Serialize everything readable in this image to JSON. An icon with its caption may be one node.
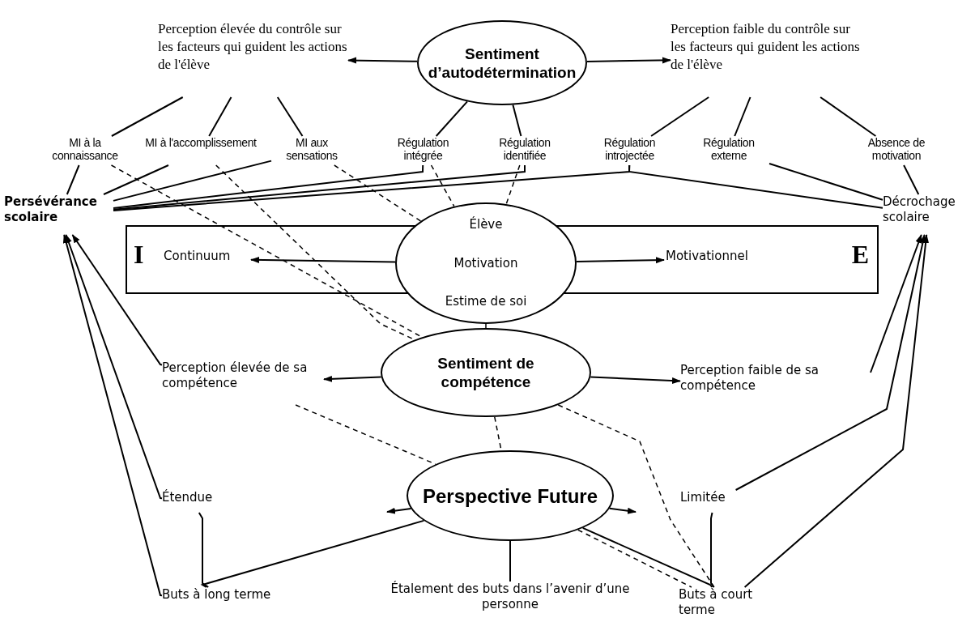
{
  "diagram": {
    "nodes": [
      {
        "text": [
          "Sentiment d’autodétermination"
        ]
      },
      {
        "text": [
          "Perception élevée du contrôle sur les facteurs qui guident les actions de l'élève"
        ]
      },
      {
        "text": [
          "Perception faible du contrôle sur les facteurs qui guident les actions de l'élève"
        ]
      },
      {
        "text": [
          "MI à la connaissance"
        ]
      },
      {
        "text": [
          "MI à l'accomplissement"
        ]
      },
      {
        "text": [
          "MI aux sensations"
        ]
      },
      {
        "text": [
          "Régulation intégrée"
        ]
      },
      {
        "text": [
          "Régulation identifiée"
        ]
      },
      {
        "text": [
          "Régulation introjectée"
        ]
      },
      {
        "text": [
          "Régulation externe"
        ]
      },
      {
        "text": [
          "Absence de motivation"
        ]
      },
      {
        "text": [
          "Persévérance scolaire"
        ]
      },
      {
        "text": [
          "I",
          "E"
        ]
      },
      {
        "text": [
          "Continuum"
        ],
        "in": 12
      },
      {
        "text": [
          "Élève",
          "Motivation",
          "Estime de soi"
        ]
      },
      {
        "text": [
          "Motivationnel"
        ],
        "in": 12
      },
      {
        "text": [
          "Décrochage scolaire"
        ]
      },
      {
        "text": [
          "Sentiment de compétence"
        ]
      },
      {
        "text": [
          "Perception élevée de sa compétence"
        ]
      },
      {
        "text": [
          "Perception faible de sa compétence"
        ]
      },
      {
        "text": [
          "Étendue"
        ]
      },
      {
        "text": [
          "Perspective Future"
        ]
      },
      {
        "text": [
          "Limitée"
        ]
      },
      {
        "text": [
          "Buts à long terme"
        ]
      },
      {
        "text": [
          "Étalement des buts dans l’avenir d’une personne"
        ]
      },
      {
        "text": [
          "Buts à court terme"
        ]
      }
    ],
    "edges": [
      {
        "from": 0,
        "to": 1,
        "arrow": "to"
      },
      {
        "from": 0,
        "to": 2,
        "arrow": "to"
      },
      {
        "from": 1,
        "to": 3,
        "arrow": "none"
      },
      {
        "from": 1,
        "to": 4,
        "arrow": "none"
      },
      {
        "from": 1,
        "to": 5,
        "arrow": "none"
      },
      {
        "from": 0,
        "to": 6,
        "arrow": "none"
      },
      {
        "from": 0,
        "to": 7,
        "arrow": "none"
      },
      {
        "from": 2,
        "to": 8,
        "arrow": "none"
      },
      {
        "from": 2,
        "to": 9,
        "arrow": "none"
      },
      {
        "from": 2,
        "to": 10,
        "arrow": "none"
      },
      {
        "from": 3,
        "to": 11,
        "arrow": "none"
      },
      {
        "from": 4,
        "to": 11,
        "arrow": "none"
      },
      {
        "from": 5,
        "to": 11,
        "arrow": "none"
      },
      {
        "from": 6,
        "to": 11,
        "arrow": "none"
      },
      {
        "from": 7,
        "to": 11,
        "arrow": "none"
      },
      {
        "from": 8,
        "to": 11,
        "arrow": "none"
      },
      {
        "from": 8,
        "to": 16,
        "arrow": "none"
      },
      {
        "from": 9,
        "to": 16,
        "arrow": "none"
      },
      {
        "from": 10,
        "to": 16,
        "arrow": "none"
      },
      {
        "from": 14,
        "to": 13,
        "arrow": "to"
      },
      {
        "from": 14,
        "to": 15,
        "arrow": "to"
      },
      {
        "from": 17,
        "to": 18,
        "arrow": "to"
      },
      {
        "from": 17,
        "to": 19,
        "arrow": "to"
      },
      {
        "from": 21,
        "to": null,
        "arrow": "to"
      },
      {
        "from": 21,
        "to": null,
        "arrow": "to"
      },
      {
        "from": 21,
        "to": 23,
        "arrow": "none"
      },
      {
        "from": 20,
        "to": 23,
        "arrow": "none"
      },
      {
        "from": 21,
        "to": 25,
        "arrow": "none"
      },
      {
        "from": 22,
        "to": 25,
        "arrow": "none"
      },
      {
        "from": 21,
        "to": 24,
        "arrow": "none"
      },
      {
        "from": 18,
        "to": 11,
        "arrow": "to"
      },
      {
        "from": 20,
        "to": 11,
        "arrow": "to"
      },
      {
        "from": 23,
        "to": 11,
        "arrow": "to"
      },
      {
        "from": 19,
        "to": 16,
        "arrow": "to"
      },
      {
        "from": 22,
        "to": 16,
        "arrow": "to"
      },
      {
        "from": 25,
        "to": 16,
        "arrow": "to"
      },
      {
        "from": 3,
        "to": 17,
        "arrow": "none",
        "style": "dashed"
      },
      {
        "from": 4,
        "to": 17,
        "arrow": "none",
        "style": "dashed"
      },
      {
        "from": 5,
        "to": 14,
        "arrow": "none",
        "style": "dashed"
      },
      {
        "from": 6,
        "to": 14,
        "arrow": "none",
        "style": "dashed"
      },
      {
        "from": 7,
        "to": 14,
        "arrow": "none",
        "style": "dashed"
      },
      {
        "from": 14,
        "to": 17,
        "arrow": "none",
        "style": "dashed"
      },
      {
        "from": 17,
        "to": 21,
        "arrow": "none",
        "style": "dashed"
      },
      {
        "from": 18,
        "to": 21,
        "arrow": "none",
        "style": "dashed"
      },
      {
        "from": 17,
        "to": 25,
        "arrow": "none",
        "style": "dashed"
      },
      {
        "from": 21,
        "to": 25,
        "arrow": "none",
        "style": "dashed"
      }
    ]
  }
}
